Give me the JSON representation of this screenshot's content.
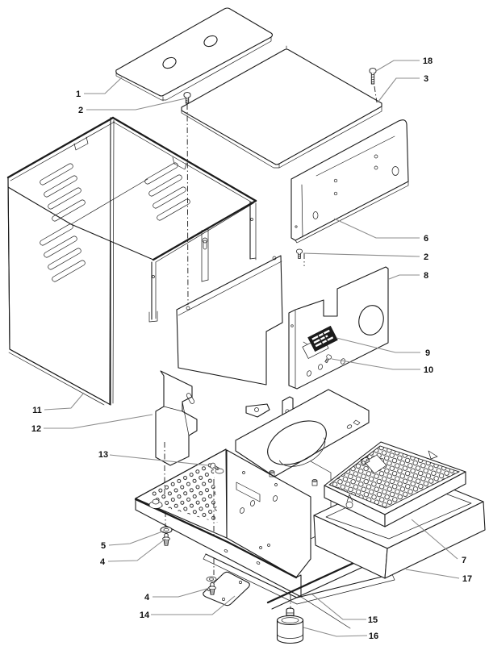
{
  "figure": {
    "kind": "exploded-parts-diagram",
    "background": "#ffffff",
    "ink_color": "#1b1b1b",
    "leader_color": "#8c8c8c",
    "label_color": "#111111",
    "part_numbers_visible": [
      "1",
      "2",
      "3",
      "4",
      "5",
      "6",
      "7",
      "8",
      "9",
      "10",
      "11",
      "12",
      "13",
      "14",
      "15",
      "16",
      "17",
      "18"
    ]
  },
  "callouts": [
    {
      "number": "1"
    },
    {
      "number": "2"
    },
    {
      "number": "18"
    },
    {
      "number": "3"
    },
    {
      "number": "6"
    },
    {
      "number": "2"
    },
    {
      "number": "8"
    },
    {
      "number": "9"
    },
    {
      "number": "10"
    },
    {
      "number": "11"
    },
    {
      "number": "12"
    },
    {
      "number": "13"
    },
    {
      "number": "5"
    },
    {
      "number": "4"
    },
    {
      "number": "4"
    },
    {
      "number": "14"
    },
    {
      "number": "15"
    },
    {
      "number": "16"
    },
    {
      "number": "7"
    },
    {
      "number": "17"
    }
  ]
}
